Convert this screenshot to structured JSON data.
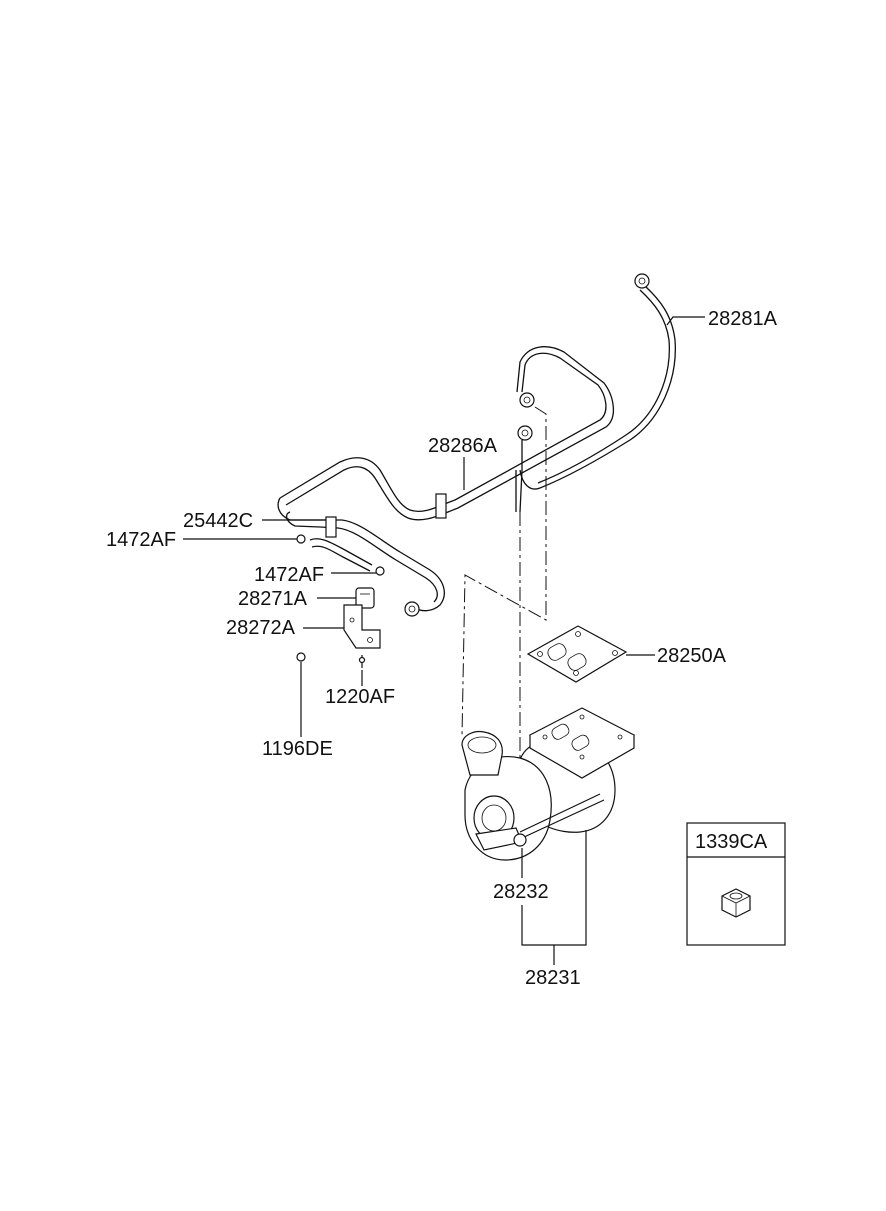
{
  "labels": {
    "p28281A": "28281A",
    "p28286A": "28286A",
    "p25442C": "25442C",
    "p1472AF_a": "1472AF",
    "p1472AF_b": "1472AF",
    "p28271A": "28271A",
    "p28272A": "28272A",
    "p28250A": "28250A",
    "p1220AF": "1220AF",
    "p1196DE": "1196DE",
    "p28232": "28232",
    "p28231": "28231"
  },
  "inset": {
    "part_number": "1339CA"
  }
}
